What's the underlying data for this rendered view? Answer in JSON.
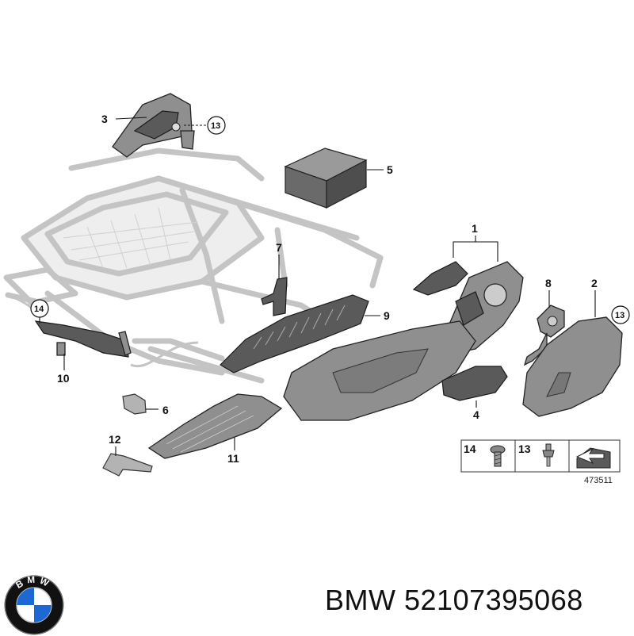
{
  "callouts": {
    "c1": "1",
    "c2": "2",
    "c3": "3",
    "c4": "4",
    "c5": "5",
    "c6": "6",
    "c7": "7",
    "c8": "8",
    "c9": "9",
    "c10": "10",
    "c11": "11",
    "c12": "12",
    "c13a": "13",
    "c13b": "13",
    "c14": "14"
  },
  "legend": {
    "item_a": "14",
    "item_b": "13",
    "ref_number": "473511"
  },
  "logo": {
    "letters": "BMW"
  },
  "caption": {
    "brand": "BMW",
    "part_number": "52107395068"
  },
  "colors": {
    "logo_blue": "#1c69d4",
    "part_grey": "#8f8f8f",
    "frame_grey": "#c4c4c4"
  }
}
